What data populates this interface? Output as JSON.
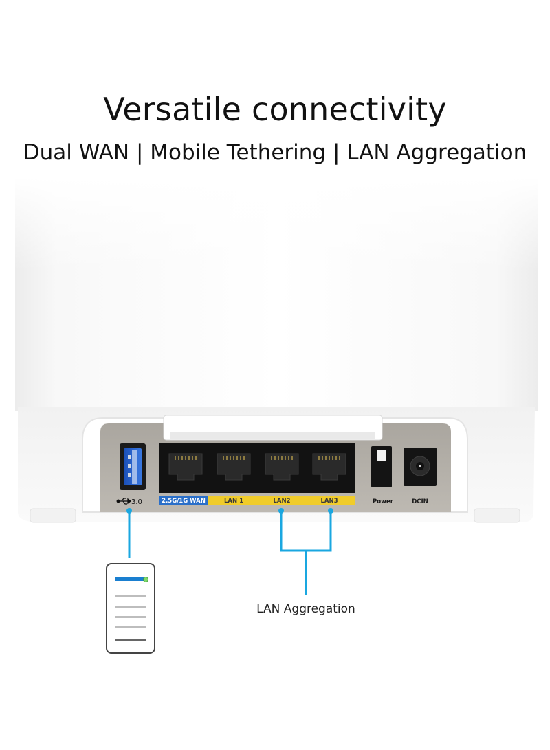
{
  "headline": "Versatile connectivity",
  "subheadline": "Dual WAN | Mobile Tethering | LAN Aggregation",
  "ports": {
    "usb_version": "3.0",
    "wan": "2.5G/1G WAN",
    "lan1": "LAN 1",
    "lan2": "LAN2",
    "lan3": "LAN3",
    "power": "Power",
    "dcin": "DCIN"
  },
  "callout": {
    "lan_aggregation": "LAN Aggregation"
  },
  "colors": {
    "accent_cyan": "#1aa7e0",
    "lan_strip_yellow": "#f0cc2a",
    "wan_strip_blue": "#2a6fc9",
    "panel_gray": "#b7b3ac",
    "port_black": "#121212"
  },
  "icons": {
    "usb": "usb-icon",
    "phone": "smartphone-icon"
  }
}
